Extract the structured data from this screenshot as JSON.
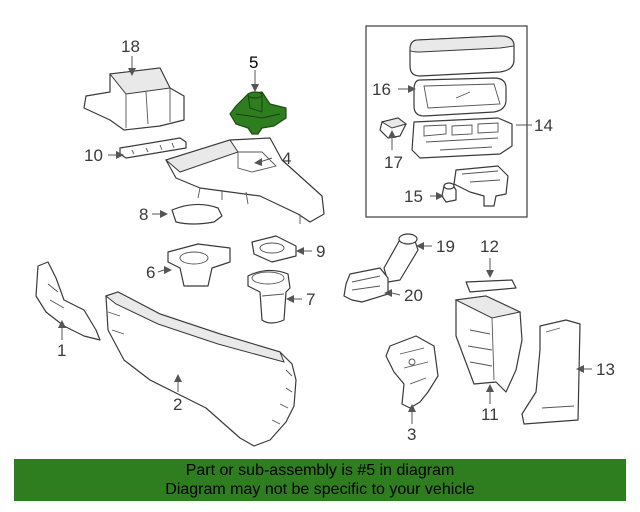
{
  "callouts": {
    "c1": "1",
    "c2": "2",
    "c3": "3",
    "c4": "4",
    "c5": "5",
    "c6": "6",
    "c7": "7",
    "c8": "8",
    "c9": "9",
    "c10": "10",
    "c11": "11",
    "c12": "12",
    "c13": "13",
    "c14": "14",
    "c15": "15",
    "c16": "16",
    "c17": "17",
    "c18": "18",
    "c19": "19",
    "c20": "20"
  },
  "highlighted_part": "5",
  "colors": {
    "highlight": "#2e7d1e",
    "line": "#3a3a3a"
  },
  "footer": {
    "line1": "Part or sub-assembly is #5 in diagram",
    "line2": "Diagram may not be specific to your vehicle"
  }
}
